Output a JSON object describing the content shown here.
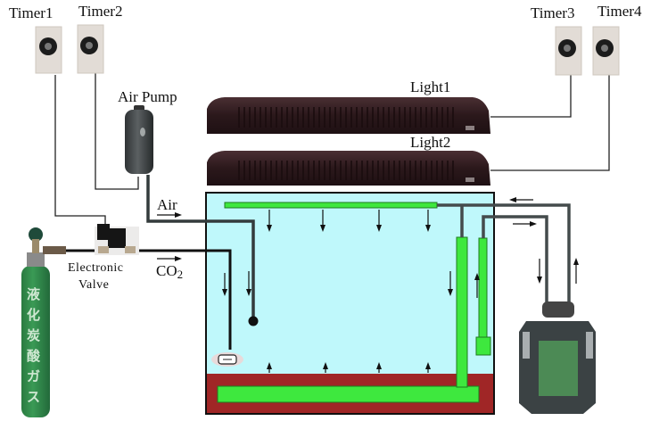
{
  "title": "Planted aquarium automation setup",
  "labels": {
    "timer1": "Timer1",
    "timer2": "Timer2",
    "timer3": "Timer3",
    "timer4": "Timer4",
    "air_pump": "Air Pump",
    "light1": "Light1",
    "light2": "Light2",
    "air": "Air",
    "electronic_valve_line1": "Electronic",
    "electronic_valve_line2": "Valve",
    "co2": "CO",
    "co2_sub": "2",
    "cylinder_text": [
      "液",
      "化",
      "炭",
      "酸",
      "ガ",
      "ス"
    ]
  },
  "colors": {
    "water": "#bff8fb",
    "substrate": "#a02626",
    "heater_cable": "#3ee83e",
    "pipe": "#333b3c",
    "light_body": "#2e1a1d",
    "cylinder": "#2f8a48",
    "timer_body": "#e2dcd6"
  }
}
